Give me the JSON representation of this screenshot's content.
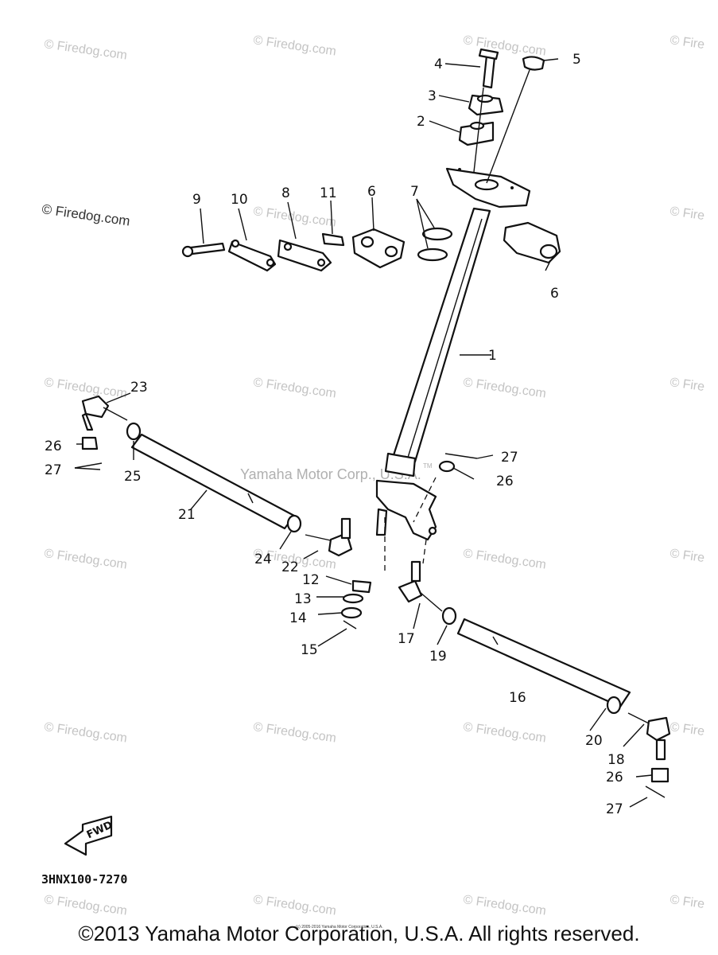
{
  "watermarks": {
    "firedog": "© Firedog.com",
    "firedog_edge": "© Fire",
    "firedog_left": "© Firedog.com",
    "yamaha": "Yamaha Motor Corp., U.S.A.",
    "tm": "TM"
  },
  "callouts": {
    "p1": "1",
    "p2": "2",
    "p3": "3",
    "p4": "4",
    "p5": "5",
    "p6a": "6",
    "p6b": "6",
    "p7": "7",
    "p8": "8",
    "p9": "9",
    "p10": "10",
    "p11": "11",
    "p12": "12",
    "p13": "13",
    "p14": "14",
    "p15": "15",
    "p16": "16",
    "p17": "17",
    "p18": "18",
    "p19": "19",
    "p20": "20",
    "p21": "21",
    "p22": "22",
    "p23": "23",
    "p24": "24",
    "p25": "25",
    "p26a": "26",
    "p26b": "26",
    "p26c": "26",
    "p27a": "27",
    "p27b": "27",
    "p27c": "27"
  },
  "fwd_label": "FWD",
  "diagram_code": "3HNX100-7270",
  "small_copyright": "(c) 2005-2016 Yamaha Motor Corporation, U.S.A.",
  "copyright": "©2013 Yamaha Motor Corporation, U.S.A. All rights reserved."
}
